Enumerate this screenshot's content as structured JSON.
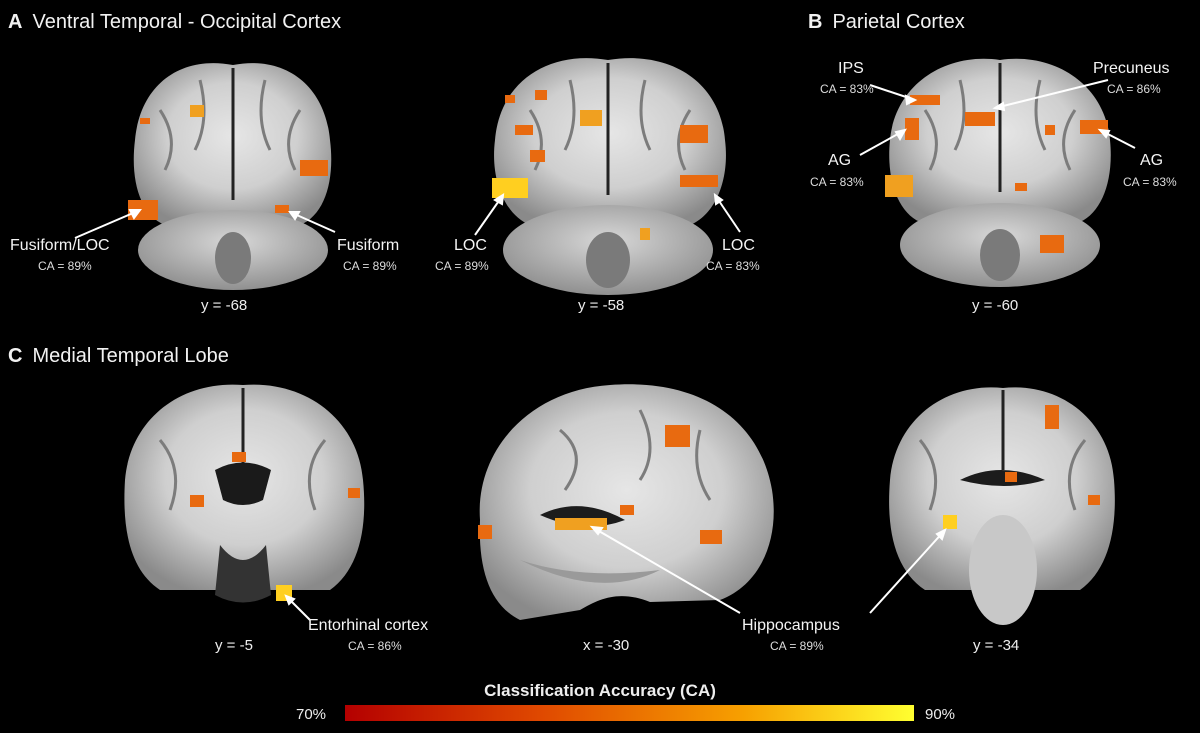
{
  "panels": {
    "a": {
      "letter": "A",
      "title": "Ventral Temporal - Occipital Cortex"
    },
    "b": {
      "letter": "B",
      "title": "Parietal Cortex"
    },
    "c": {
      "letter": "C",
      "title": "Medial Temporal Lobe"
    }
  },
  "slices": {
    "a1": "y = -68",
    "a2": "y = -58",
    "b1": "y = -60",
    "c1": "y = -5",
    "c2": "x = -30",
    "c3": "y = -34"
  },
  "regions": {
    "fusiform_loc": {
      "name": "Fusiform/LOC",
      "ca": "CA = 89%"
    },
    "fusiform": {
      "name": "Fusiform",
      "ca": "CA = 89%"
    },
    "loc_left": {
      "name": "LOC",
      "ca": "CA = 89%"
    },
    "loc_right": {
      "name": "LOC",
      "ca": "CA = 83%"
    },
    "ips": {
      "name": "IPS",
      "ca": "CA = 83%"
    },
    "precuneus": {
      "name": "Precuneus",
      "ca": "CA = 86%"
    },
    "ag_left": {
      "name": "AG",
      "ca": "CA = 83%"
    },
    "ag_right": {
      "name": "AG",
      "ca": "CA = 83%"
    },
    "entorhinal": {
      "name": "Entorhinal cortex",
      "ca": "CA = 86%"
    },
    "hippocampus": {
      "name": "Hippocampus",
      "ca": "CA = 89%"
    }
  },
  "colorbar": {
    "title": "Classification Accuracy (CA)",
    "min_label": "70%",
    "max_label": "90%",
    "colors": [
      "#b40000",
      "#e04a00",
      "#f7a000",
      "#ffff30"
    ]
  }
}
